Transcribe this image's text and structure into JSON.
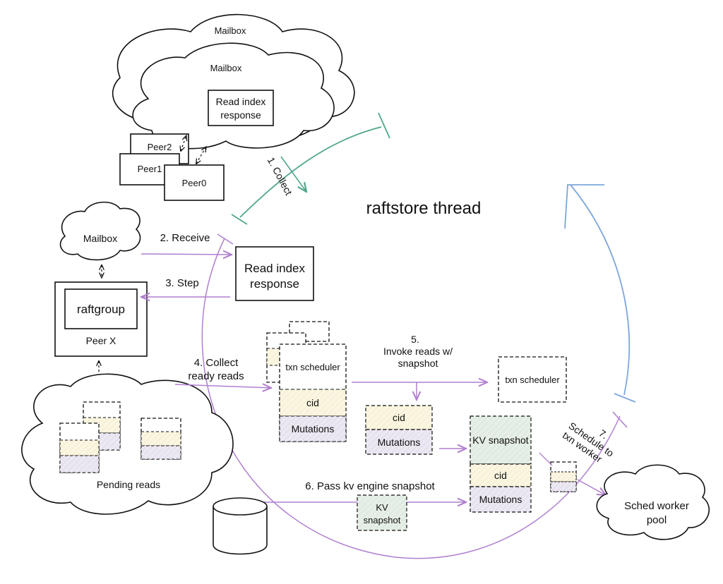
{
  "title": "raftstore thread",
  "colors": {
    "purple": "#b07fd0",
    "teal": "#4fa68c",
    "blue": "#7ea6dc",
    "cid_fill": "#fbf6e2",
    "mutations_fill": "#ece8f2",
    "kv_fill": "#e6efe7"
  },
  "top_cluster": {
    "mailbox_back": "Mailbox",
    "mailbox_front": "Mailbox",
    "response_line1": "Read index",
    "response_line2": "response",
    "peers": [
      "Peer2",
      "Peer1",
      "Peer0"
    ]
  },
  "left": {
    "mailbox": "Mailbox",
    "raftgroup": "raftgroup",
    "peer": "Peer X",
    "pending_reads": "Pending reads"
  },
  "steps": {
    "collect": "1. Collect",
    "receive": "2.  Receive",
    "step": "3.  Step",
    "collect_ready_1": "4. Collect",
    "collect_ready_2": "ready reads",
    "invoke_1": "5.",
    "invoke_2": "Invoke reads w/",
    "invoke_3": "snapshot",
    "pass_kv": "6. Pass kv engine snapshot",
    "schedule_1": "7.",
    "schedule_2": "Schedule to",
    "schedule_3": "txn worker"
  },
  "center": {
    "response_line1": "Read index",
    "response_line2": "response"
  },
  "stack": {
    "txn_scheduler": "txn scheduler",
    "cid": "cid",
    "mutations": "Mutations"
  },
  "right": {
    "txn_scheduler": "txn scheduler",
    "cid": "cid",
    "mutations": "Mutations",
    "kv_snapshot": "KV snapshot",
    "kv_cid": "cid",
    "kv_mutations": "Mutations",
    "sched_pool_1": "Sched worker",
    "sched_pool_2": "pool"
  },
  "bottom": {
    "kv_line1": "KV",
    "kv_line2": "snapshot"
  }
}
